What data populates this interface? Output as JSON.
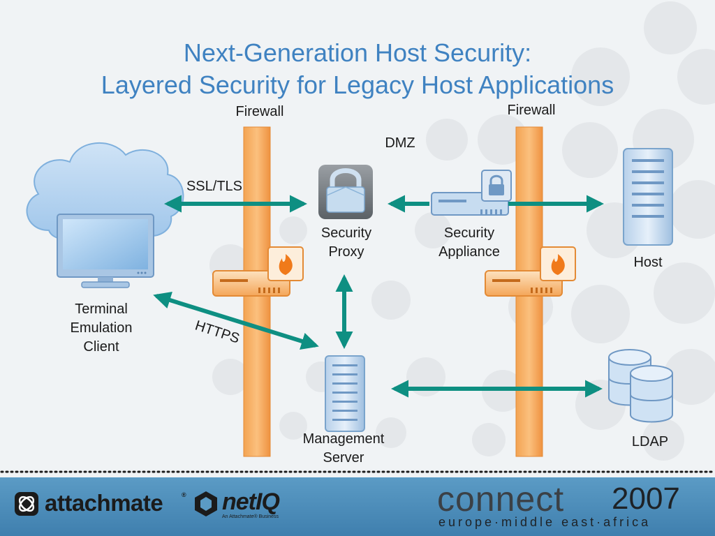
{
  "title": {
    "line1": "Next-Generation Host Security:",
    "line2": "Layered Security for Legacy Host Applications"
  },
  "labels": {
    "firewall_left": "Firewall",
    "firewall_right": "Firewall",
    "dmz": "DMZ",
    "ssl_tls": "SSL/TLS",
    "https": "HTTPS",
    "security_proxy": [
      "Security",
      "Proxy"
    ],
    "security_appliance": [
      "Security",
      "Appliance"
    ],
    "host": "Host",
    "terminal_client": [
      "Terminal",
      "Emulation",
      "Client"
    ],
    "management_server": [
      "Management",
      "Server"
    ],
    "ldap": "LDAP"
  },
  "footer": {
    "attachmate": "attachmate",
    "trademark": "®",
    "netiq": "netIQ",
    "netiq_sub": "An Attachmate® Business",
    "connect": "connect",
    "year": "2007",
    "region": "europe·middle east·africa"
  },
  "colors": {
    "title": "#3f82c1",
    "arrow": "#0e8f82",
    "firewall": "#f0963c",
    "footer": "#4a8ab8"
  },
  "icons": {
    "cloud": "cloud-icon",
    "monitor": "monitor-icon",
    "padlock": "padlock-icon",
    "router": "router-icon",
    "flame": "flame-icon",
    "server": "server-rack-icon",
    "database": "database-icon"
  }
}
